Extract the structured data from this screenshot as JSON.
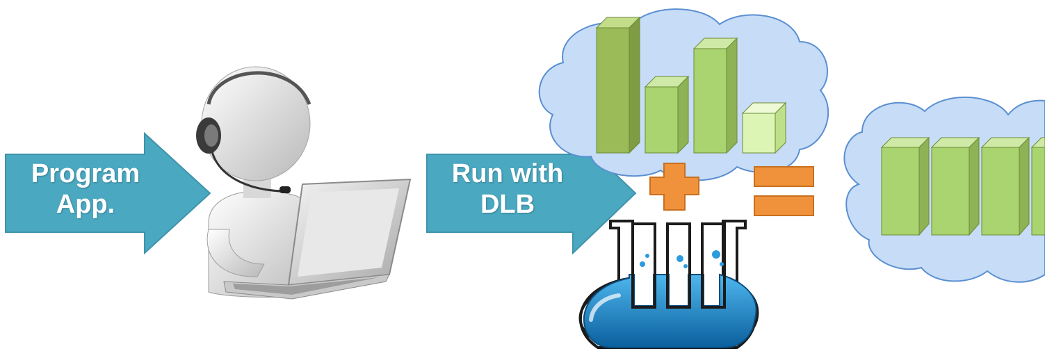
{
  "step1": {
    "line1": "Program",
    "line2": "App."
  },
  "step2": {
    "line1": "Run with",
    "line2": "DLB"
  },
  "colors": {
    "arrow": "#4aa8c1",
    "cloud": "#c6dcf7",
    "cloud_stroke": "#5b8fd1",
    "operator": "#f0923c",
    "bar_dark": "#9bbb59",
    "bar_mid": "#a9d46f",
    "bar_light": "#dcf5b5",
    "flask_liquid": "#1a8fd0"
  },
  "icons": [
    "person-with-headset-icon",
    "laptop-icon",
    "plus-icon",
    "equals-icon",
    "flask-icon"
  ]
}
